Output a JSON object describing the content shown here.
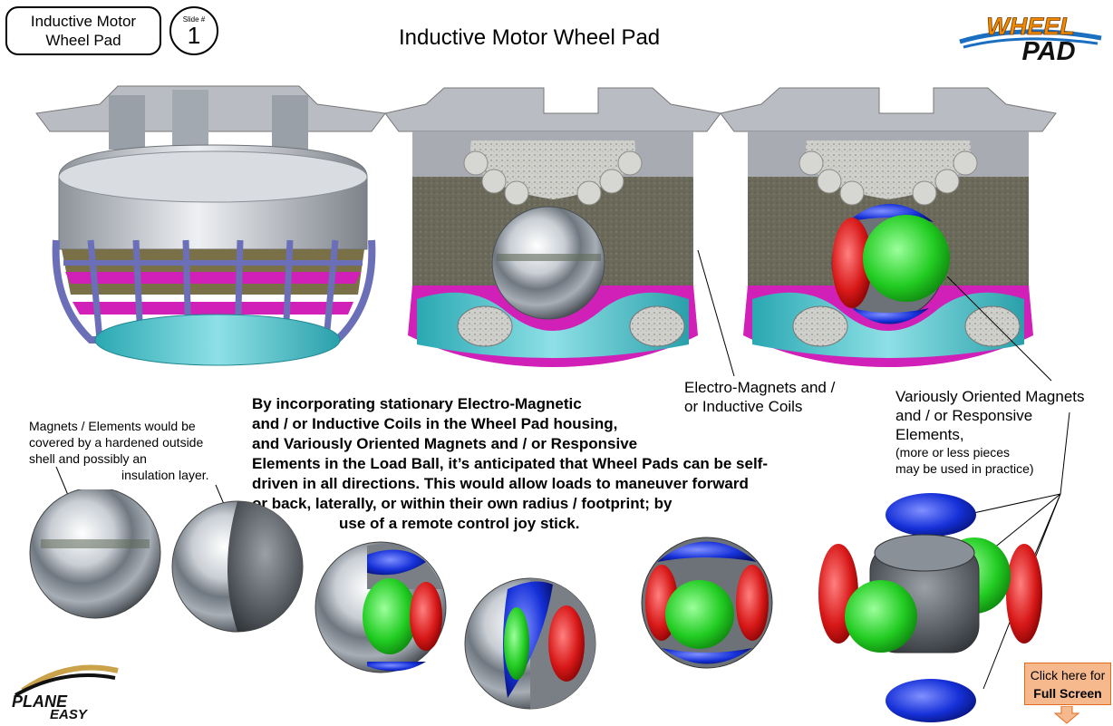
{
  "header": {
    "title_box_line1": "Inductive Motor",
    "title_box_line2": "Wheel Pad",
    "slide_label": "Slide #",
    "slide_number": "1",
    "page_title": "Inductive Motor Wheel Pad",
    "logo_top": "WHEEL",
    "logo_bottom": "PAD"
  },
  "annotations": {
    "coils_line1": "Electro-Magnets and /",
    "coils_line2": "or Inductive Coils",
    "magnets_line1": "Variously Oriented Magnets",
    "magnets_line2": "and / or Responsive",
    "magnets_line3": "Elements,",
    "magnets_line4": "(more or less pieces",
    "magnets_line5": "may be used in practice)",
    "shell_line1": "Magnets / Elements would be",
    "shell_line2": "covered by a hardened outside",
    "shell_line3": "shell and possibly an",
    "shell_line4": "insulation layer."
  },
  "description": {
    "line1": "By incorporating stationary Electro-Magnetic",
    "line2": "and / or Inductive Coils in the Wheel Pad housing,",
    "line3": "and Variously Oriented Magnets and / or Responsive",
    "line4": "Elements in the Load Ball, it’s anticipated that Wheel Pads can be self-",
    "line5": "driven in all directions.  This would allow loads to maneuver forward",
    "line6": "or back, laterally, or within their own radius / footprint; by",
    "line7": "use of a remote control joy stick."
  },
  "footer": {
    "logo_top": "PLANE",
    "logo_bottom": "EASY",
    "fullscreen_line1": "Click here for",
    "fullscreen_line2": "Full Screen"
  },
  "colors": {
    "magnet_blue": "#1530d8",
    "magnet_red": "#d81818",
    "magnet_green": "#22cc22",
    "housing_grey": "#c8ccd2",
    "cage_purple": "#6a6fb8",
    "band_magenta": "#d020b8",
    "base_teal": "#3fbcc4",
    "logo_orange": "#f08a00",
    "logo_blue": "#1a6fc0",
    "button_fill": "#f6b98e"
  }
}
